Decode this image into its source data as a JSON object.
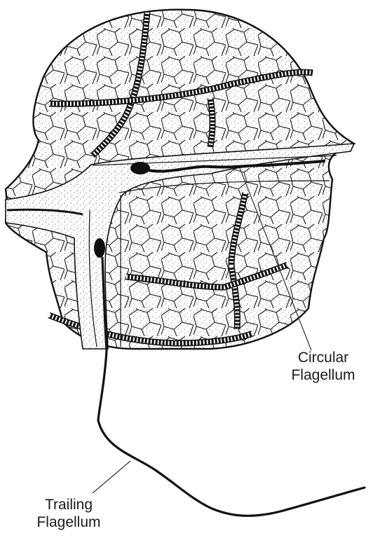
{
  "labels": {
    "circular_flagellum": {
      "line1": "Circular",
      "line2": "Flagellum"
    },
    "trailing_flagellum": {
      "line1": "Trailing",
      "line2": "Flagellum"
    }
  },
  "colors": {
    "ink": "#111111",
    "background": "#ffffff"
  }
}
